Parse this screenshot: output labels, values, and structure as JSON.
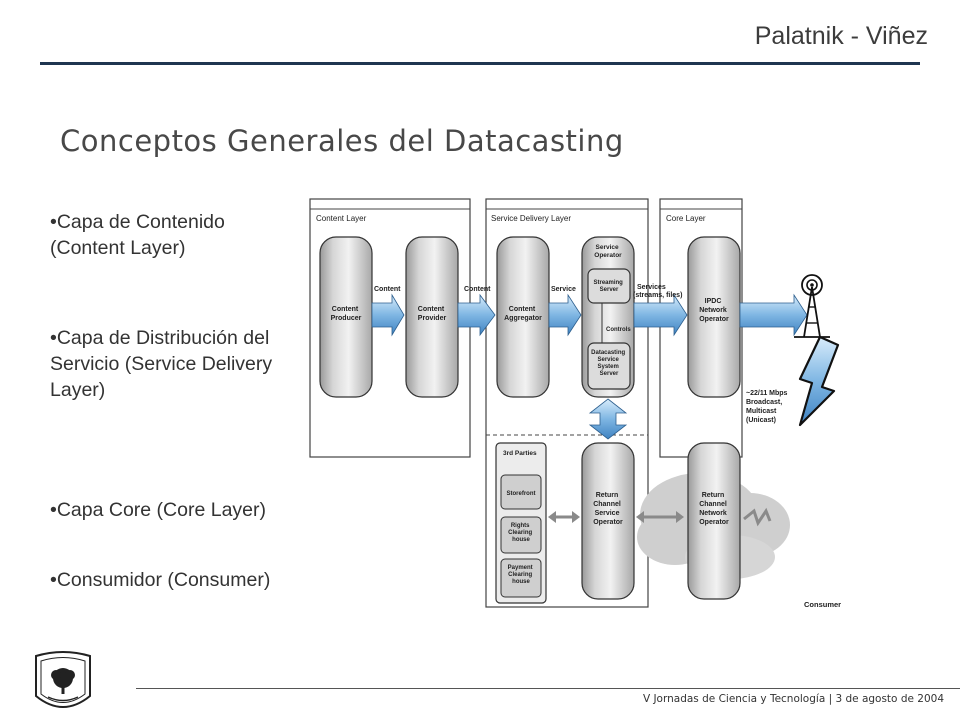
{
  "header": {
    "author": "Palatnik - Viñez",
    "title": "Conceptos Generales del Datacasting"
  },
  "bullets": [
    "•Capa de Contenido (Content Layer)",
    "•Capa de Distribución del Servicio (Service Delivery Layer)",
    "•Capa Core (Core Layer)",
    "•Consumidor (Consumer)"
  ],
  "diagram": {
    "layers": {
      "content": "Content Layer",
      "service": "Service Delivery Layer",
      "core": "Core Layer"
    },
    "boxes": {
      "content_producer": [
        "Content",
        "Producer"
      ],
      "content_provider": [
        "Content",
        "Provider"
      ],
      "content_aggregator": [
        "Content",
        "Aggregator"
      ],
      "service_operator": [
        "Service",
        "Operator"
      ],
      "streaming_server": [
        "Streaming",
        "Server"
      ],
      "controls": "Controls",
      "datacasting_server": [
        "Datacasting",
        "Service",
        "System",
        "Server"
      ],
      "ipdc_operator": [
        "IPDC",
        "Network",
        "Operator"
      ],
      "third_parties": "3rd Parties",
      "storefront": "Storefront",
      "rights_clearing": [
        "Rights",
        "Clearing",
        "house"
      ],
      "payment_clearing": [
        "Payment",
        "Clearing",
        "house"
      ],
      "return_service_operator": [
        "Return",
        "Channel",
        "Service",
        "Operator"
      ],
      "return_network_operator": [
        "Return",
        "Channel",
        "Network",
        "Operator"
      ]
    },
    "arrow_labels": {
      "content1": "Content",
      "content2": "Content",
      "service": "Service",
      "services": [
        "Services",
        "(streams, files)"
      ]
    },
    "broadcast_note": [
      "~22/11 Mbps",
      "Broadcast,",
      "Multicast",
      "(Unicast)"
    ],
    "consumer": "Consumer"
  },
  "footer": {
    "text": "V Jornadas de Ciencia y Tecnología | 3 de agosto de 2004"
  }
}
